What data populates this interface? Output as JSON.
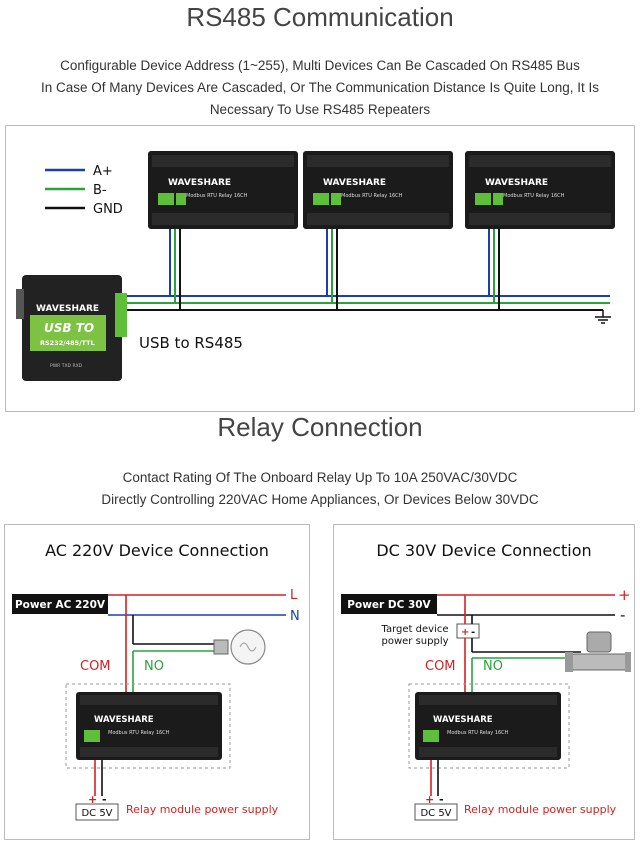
{
  "rs485": {
    "title": "RS485 Communication",
    "desc": [
      "Configurable Device Address (1~255), Multi Devices Can Be Cascaded On RS485 Bus",
      "In Case Of Many Devices Are Cascaded, Or The Communication Distance Is Quite Long, It Is",
      "Necessary To Use RS485 Repeaters"
    ],
    "legend": [
      {
        "label": "A+",
        "color": "#1a3fb0"
      },
      {
        "label": "B-",
        "color": "#2aa33a"
      },
      {
        "label": "GND",
        "color": "#111111"
      }
    ],
    "device_brand": "WAVESHARE",
    "device_model": "Modbus RTU Relay 16CH",
    "converter_brand": "WAVESHARE",
    "converter_title": "USB TO",
    "converter_sub": "RS232/485/TTL",
    "converter_leds": "PWR TXD RXD",
    "converter_label": "USB to RS485"
  },
  "relay": {
    "title": "Relay Connection",
    "desc": [
      "Contact Rating Of The Onboard Relay Up To 10A 250VAC/30VDC",
      "Directly Controlling 220VAC Home Appliances, Or Devices Below 30VDC"
    ],
    "ac": {
      "heading": "AC 220V Device Connection",
      "power_label": "Power AC 220V",
      "line_l": "L",
      "line_n": "N",
      "com": "COM",
      "no": "NO",
      "dc_label": "DC 5V",
      "plus": "+",
      "minus": "-",
      "supply": "Relay module power supply"
    },
    "dc": {
      "heading": "DC 30V Device Connection",
      "power_label": "Power DC 30V",
      "line_plus": "+",
      "line_minus": "-",
      "target_line1": "Target device",
      "target_line2": "power supply",
      "target_plus": "+",
      "target_minus": "-",
      "com": "COM",
      "no": "NO",
      "dc_label": "DC 5V",
      "plus": "+",
      "minus": "-",
      "supply": "Relay module power supply"
    }
  },
  "colors": {
    "blue": "#1a3fb0",
    "green": "#2aa33a",
    "red": "#d62020",
    "black": "#111111",
    "lime": "#7dc242"
  }
}
